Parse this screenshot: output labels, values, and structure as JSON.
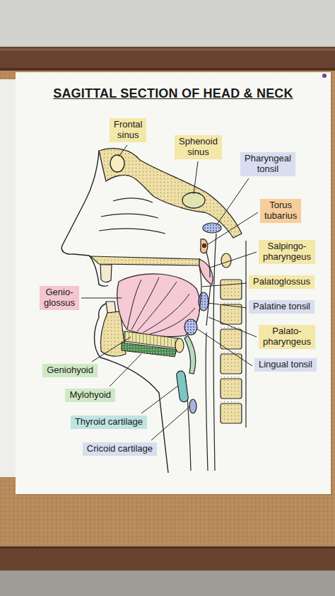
{
  "diagram": {
    "title": "SAGITTAL SECTION OF HEAD & NECK",
    "nodes": [
      {
        "text": [
          "Frontal sinus"
        ]
      },
      {
        "text": [
          "Sphenoid sinus"
        ]
      },
      {
        "text": [
          "Pharyngeal tonsil"
        ]
      },
      {
        "text": [
          "Torus tubarius"
        ]
      },
      {
        "text": [
          "Salpingo-pharyngeus"
        ]
      },
      {
        "text": [
          "Palatoglossus"
        ]
      },
      {
        "text": [
          "Genio-glossus"
        ]
      },
      {
        "text": [
          "Palatine tonsil"
        ]
      },
      {
        "text": [
          "Palato-pharyngeus"
        ]
      },
      {
        "text": [
          "Lingual tonsil"
        ]
      },
      {
        "text": [
          "Geniohyoid"
        ]
      },
      {
        "text": [
          "Mylohyoid"
        ]
      },
      {
        "text": [
          "Thyroid cartilage"
        ]
      },
      {
        "text": [
          "Cricoid cartilage"
        ]
      }
    ]
  }
}
